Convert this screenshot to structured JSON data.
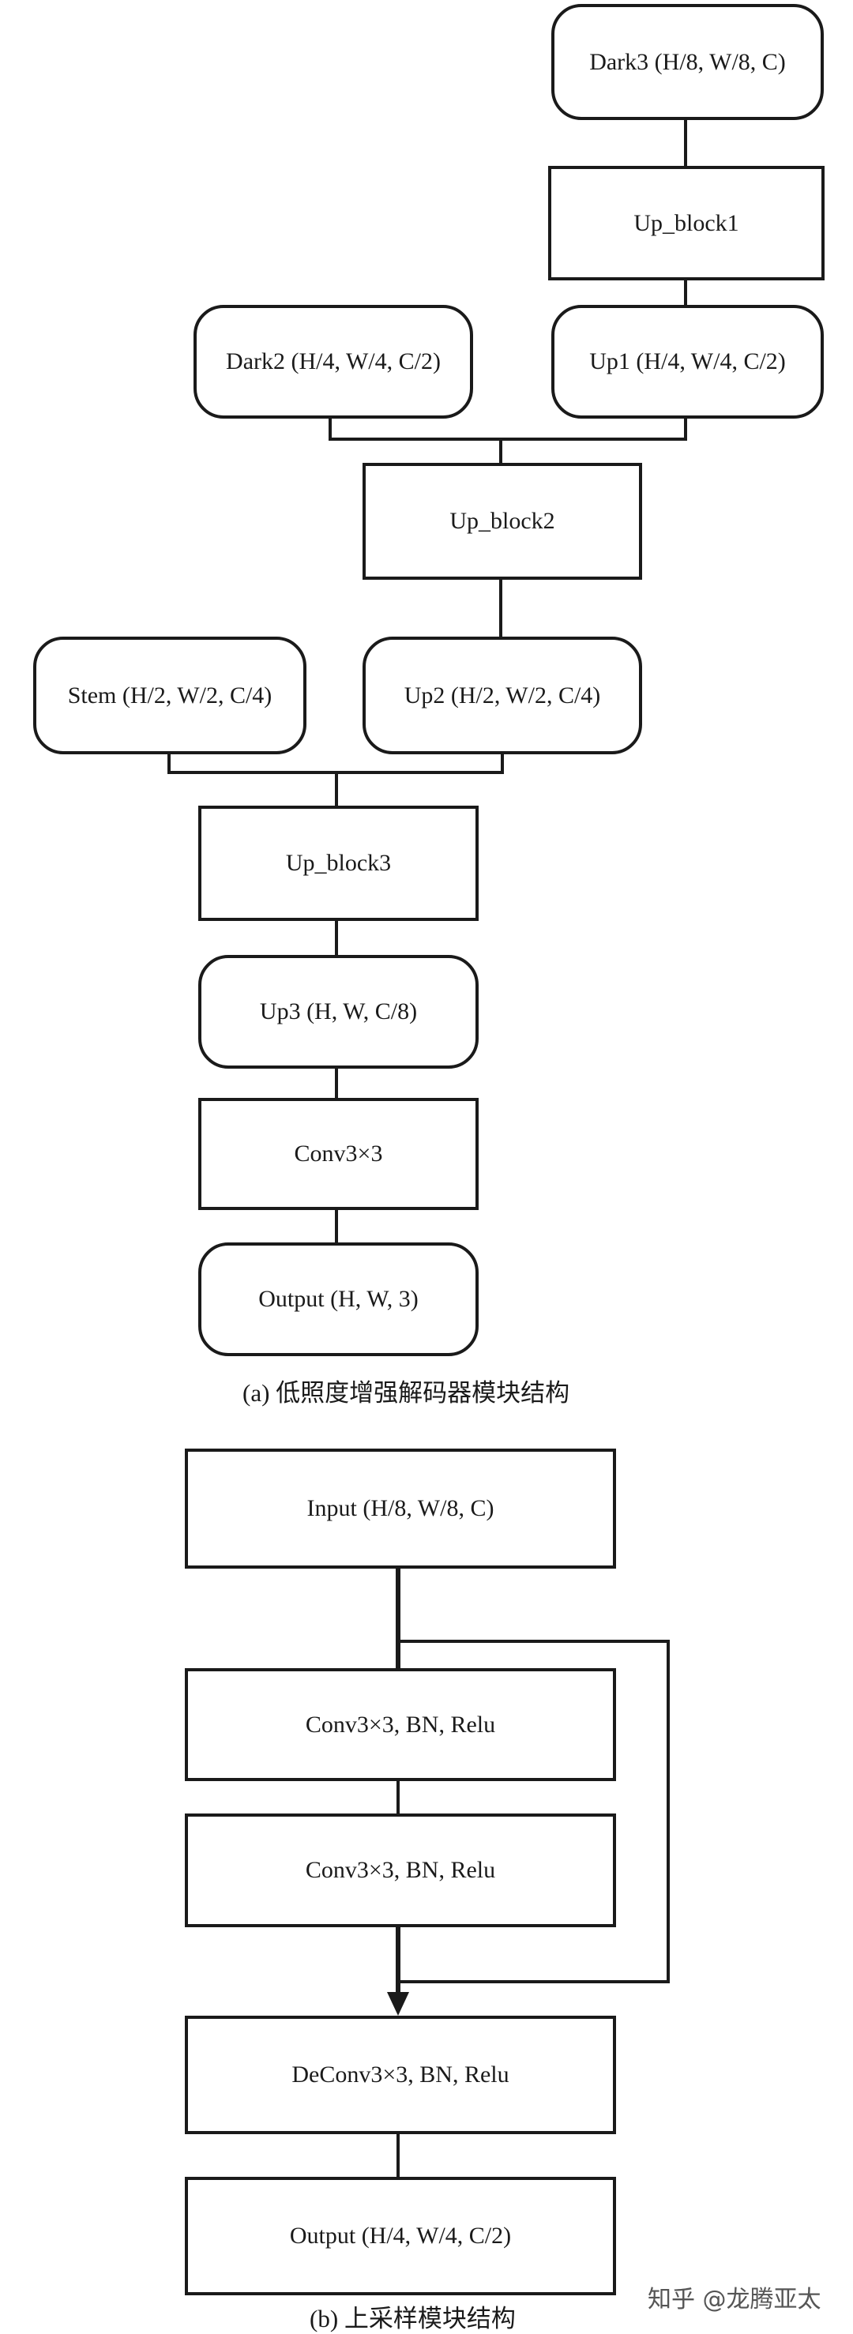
{
  "diagram_a": {
    "nodes": {
      "dark3": "Dark3 (H/8, W/8, C)",
      "up_block1": "Up_block1",
      "dark2": "Dark2 (H/4, W/4, C/2)",
      "up1": "Up1 (H/4, W/4, C/2)",
      "up_block2": "Up_block2",
      "stem": "Stem (H/2, W/2, C/4)",
      "up2": "Up2 (H/2, W/2, C/4)",
      "up_block3": "Up_block3",
      "up3": "Up3 (H, W, C/8)",
      "conv": "Conv3×3",
      "output": "Output (H, W, 3)"
    },
    "caption": "(a) 低照度增强解码器模块结构"
  },
  "diagram_b": {
    "nodes": {
      "input": "Input (H/8, W/8, C)",
      "conv1": "Conv3×3, BN, Relu",
      "conv2": "Conv3×3, BN, Relu",
      "deconv": "DeConv3×3, BN, Relu",
      "output": "Output (H/4, W/4, C/2)"
    },
    "caption": "(b) 上采样模块结构"
  },
  "watermark": "知乎 @龙腾亚太"
}
